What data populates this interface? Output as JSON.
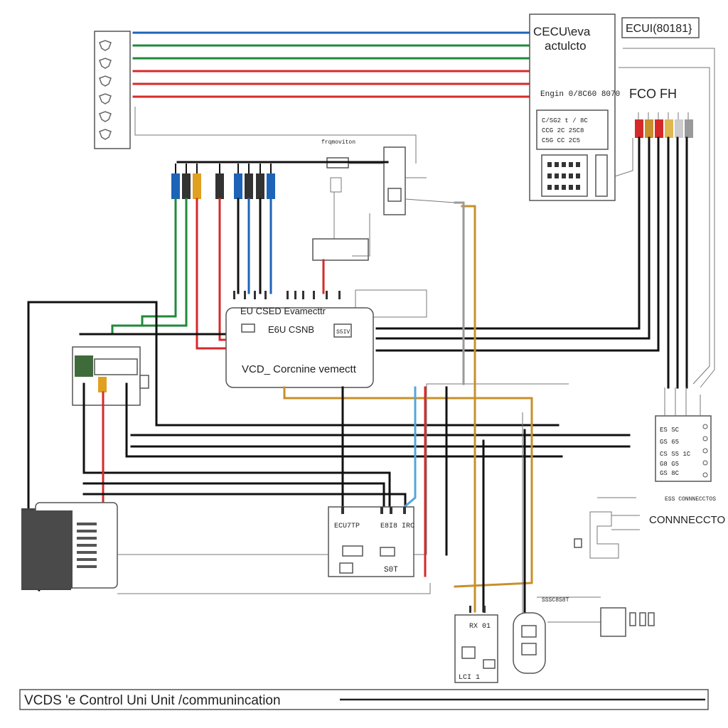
{
  "diagram": {
    "ecu_actuator": {
      "line1": "CECU\\eva",
      "line2": "actulcto",
      "model_label": "Engin 0/8C60 8070",
      "inner_line1": "C/SG2 t / 8C",
      "inner_line2": "CCG 2C 2SC8",
      "inner_line3": "C5G CC 2C5"
    },
    "ecu_badge": "ECUI(80181}",
    "top_right_label": "FCO FH",
    "mid_caption": "frqmoviton",
    "main_module": {
      "title": "EU CSED Evamecttr",
      "subtitle": "E6U CSNB",
      "code": "S5IV",
      "body": "VCD_ Corcnine vemectt"
    },
    "right_terminal": {
      "rows": [
        "ES SC",
        "GS 65",
        "CS S5 1C",
        "G8 G5",
        "GS 8C"
      ]
    },
    "right_connector_label_small": "ESS CONNNECCTOS",
    "right_connector_label": "CONNNECCTO",
    "bottom_middle_box": {
      "left_label": "ECU7TP",
      "right_label": "E8I8 IRC",
      "foot_label": "S0T"
    },
    "bottom_right": {
      "label_top": "SSSC8S8T",
      "label_left": "RX 01",
      "label_foot": "LCI 1"
    },
    "footer_title": "VCDS 'e Control Uni Unit /communincation",
    "colors": {
      "red": "#d62a2a",
      "green": "#1f8a3a",
      "blue": "#1d63b8",
      "yellow": "#c7902a",
      "black": "#111111"
    }
  }
}
